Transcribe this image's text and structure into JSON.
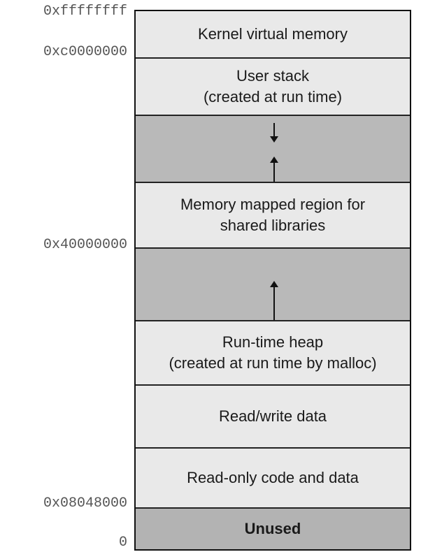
{
  "addresses": {
    "top": "0xffffffff",
    "kernel_start": "0xc0000000",
    "shared_libs": "0x40000000",
    "program_start": "0x08048000",
    "zero": "0"
  },
  "segments": {
    "kernel": "Kernel virtual memory",
    "user_stack_l1": "User stack",
    "user_stack_l2": "(created at run time)",
    "mmap_l1": "Memory mapped region for",
    "mmap_l2": "shared libraries",
    "heap_l1": "Run-time heap",
    "heap_l2": "(created at run time by malloc)",
    "rw_data": "Read/write data",
    "ro_code": "Read-only code and data",
    "unused": "Unused"
  },
  "colors": {
    "light_region": "#e9e9e9",
    "gap_region": "#b9b9b9",
    "unused_region": "#b3b3b3",
    "border": "#111111"
  }
}
